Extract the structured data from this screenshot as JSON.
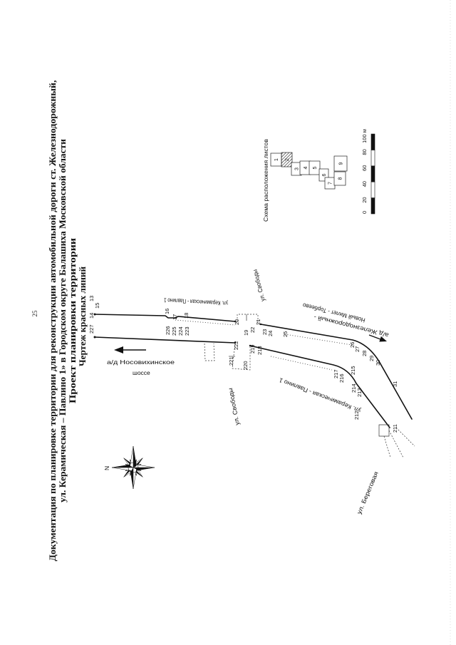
{
  "page_number": "25",
  "title": {
    "line1": "Документация по планировке территории для реконструкции автомобильной дороги ст. Железнодорожный,",
    "line2": "ул. Керамическая – Павлино 1» в Городском округе Балашиха Московской области",
    "line3": "Проект планировки территории",
    "line4": "Чертеж красных линий"
  },
  "sheet_scheme": {
    "title": "Схема расположения листов",
    "sheets": [
      {
        "label": "1",
        "hatched": false
      },
      {
        "label": "2",
        "hatched": true
      },
      {
        "label": "3",
        "hatched": false
      },
      {
        "label": "4",
        "hatched": false
      },
      {
        "label": "5",
        "hatched": false
      },
      {
        "label": "6",
        "hatched": false
      },
      {
        "label": "7",
        "hatched": false
      },
      {
        "label": "8",
        "hatched": false
      },
      {
        "label": "9",
        "hatched": false
      }
    ]
  },
  "scale_bar": {
    "labels": [
      "0",
      "20",
      "40",
      "60",
      "80",
      "100 м"
    ]
  },
  "compass": {
    "north_label": "N"
  },
  "map": {
    "roads": {
      "keramicheskaya_upper": "ул. Керамическая - Павлино 1",
      "keramicheskaya_lower": "ул. Керамическая - Павлино 1",
      "svobody_upper": "ул. Свободы",
      "svobody_lower": "ул. Свободы",
      "beregovaya": "ул. Береговая",
      "zheleznodorozhny_line1": "а/д Железнодорожный -",
      "zheleznodorozhny_line2": "Новый Милет - Торбеево",
      "nosovikhinskoe_line1": "а/д Носовихинское",
      "nosovikhinskoe_line2": "шоссе"
    },
    "point_labels": [
      "13",
      "15",
      "14",
      "227",
      "16",
      "17",
      "18",
      "226",
      "225",
      "224",
      "223",
      "20",
      "19",
      "21",
      "22",
      "23",
      "24",
      "25",
      "222",
      "221",
      "219",
      "218",
      "220",
      "26",
      "27",
      "28",
      "29",
      "30",
      "31",
      "217",
      "216",
      "215",
      "214",
      "213",
      "212",
      "211"
    ]
  }
}
